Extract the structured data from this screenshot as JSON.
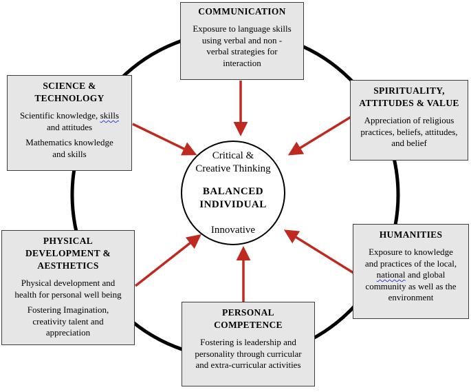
{
  "center": {
    "top_text": "Critical &\nCreative Thinking",
    "main_text": "BALANCED\nINDIVIDUAL",
    "bottom_text": "Innovative"
  },
  "boxes": {
    "communication": {
      "title": "COMMUNICATION",
      "text": "Exposure to language skills\nusing verbal and non -\nverbal strategies for\ninteraction"
    },
    "science_technology": {
      "title": "SCIENCE &\nTECHNOLOGY",
      "text_1_before": "Scientific knowledge, ",
      "text_1_flagged": "skills",
      "text_1_after": "\nand attitudes",
      "text_2": "Mathematics knowledge\nand skills"
    },
    "spirituality": {
      "title": "SPIRITUALITY,\nATTITUDES & VALUE",
      "text": "Appreciation of religious\npractices, beliefs, attitudes,\nand belief"
    },
    "physical": {
      "title": "PHYSICAL\nDEVELOPMENT &\nAESTHETICS",
      "text_1": "Physical development and\nhealth for personal well being",
      "text_2": "Fostering Imagination,\ncreativity talent and\nappreciation"
    },
    "humanities": {
      "title": "HUMANITIES",
      "text_before": "Exposure to knowledge\nand practices of the local,\n",
      "text_flagged": "national",
      "text_after": " and global\ncommunity as well as the\nenvironment"
    },
    "personal": {
      "title": "PERSONAL\nCOMPETENCE",
      "text": "Fostering is leadership and\npersonality through curricular\nand extra-curricular activities"
    }
  },
  "colors": {
    "arrow": "#c0291f",
    "box_fill": "#e6e6e6",
    "box_border": "#3c3c3c",
    "ring": "#000000",
    "spellcheck_underline": "#2f3fd6"
  }
}
